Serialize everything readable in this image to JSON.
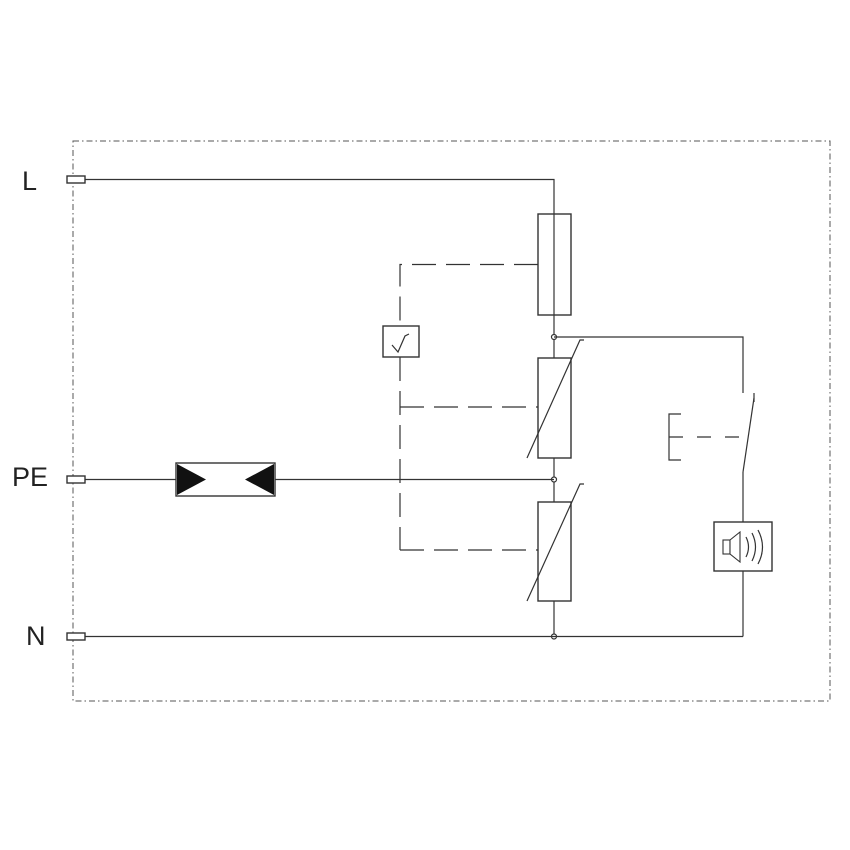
{
  "terminals": {
    "l": "L",
    "pe": "PE",
    "n": "N"
  },
  "colors": {
    "line": "#333333",
    "frame": "#555555",
    "text": "#222222"
  },
  "icons": [
    "thermal-disconnector-icon",
    "remote-contact-switch-icon",
    "acoustic-signal-speaker-icon",
    "gas-discharge-tube-icon",
    "varistor-icon"
  ]
}
